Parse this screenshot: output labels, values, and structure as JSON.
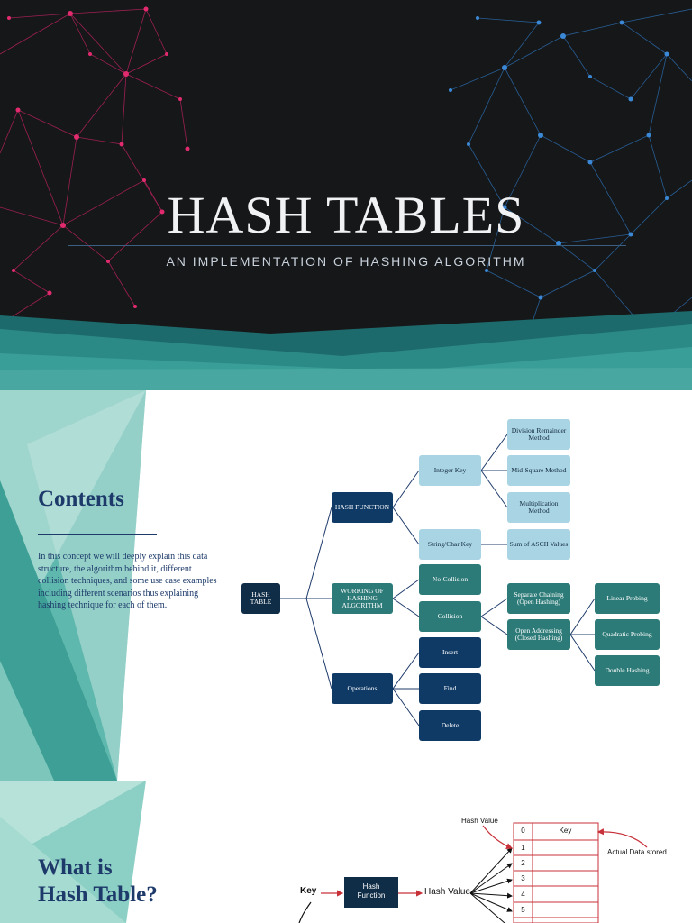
{
  "title_slide": {
    "title": "HASH TABLES",
    "subtitle": "AN IMPLEMENTATION OF HASHING ALGORITHM"
  },
  "contents_slide": {
    "heading": "Contents",
    "body": "In this concept we will deeply explain this data structure, the algorithm behind it, different collision techniques, and some use case examples including different scenarios thus explaining hashing technique for each of them.",
    "diagram": {
      "root": "HASH TABLE",
      "hash_function": "HASH FUNCTION",
      "integer_key": "Integer Key",
      "division": "Division Remainder Method",
      "mid_square": "Mid-Square Method",
      "multiplication": "Multiplication Method",
      "string_key": "String/Char Key",
      "sum_ascii": "Sum of ASCII Values",
      "working": "WORKING OF HASHING ALGORITHM",
      "no_collision": "No-Collision",
      "collision": "Collision",
      "separate_chaining": "Separate Chaining (Open Hashing)",
      "open_addressing": "Open Addressing (Closed Hashing)",
      "linear": "Linear Probing",
      "quadratic": "Quadratic Probing",
      "double": "Double Hashing",
      "operations": "Operations",
      "insert": "Insert",
      "find": "Find",
      "delete": "Delete"
    },
    "colors": {
      "navy": "#0f3a66",
      "light": "#a9d4e3",
      "teal": "#2d7b78",
      "dark": "#0f2d46"
    }
  },
  "whatis_slide": {
    "heading_line1": "What is",
    "heading_line2": "Hash Table?",
    "key_label": "Key",
    "hash_function_line1": "Hash",
    "hash_function_line2": "Function",
    "hash_value_label": "Hash Value",
    "hash_value_top": "Hash Value",
    "key_header": "Key",
    "index_header": "0",
    "actual_data": "Actual Data stored",
    "indices": [
      "1",
      "2",
      "3",
      "4",
      "5"
    ]
  }
}
